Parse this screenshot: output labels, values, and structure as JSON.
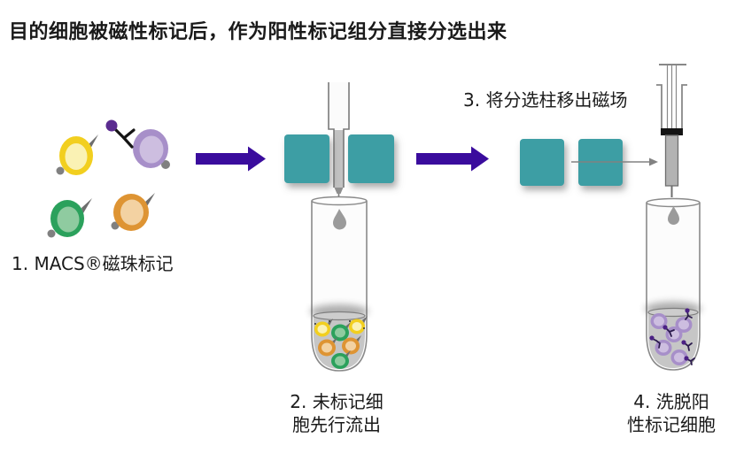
{
  "title": "目的细胞被磁性标记后，作为阳性标记组分直接分选出来",
  "steps": [
    {
      "label": "1. MACS®磁珠标记"
    },
    {
      "label": "2. 未标记细\n胞先行流出"
    },
    {
      "label": "3. 将分选柱移出磁场"
    },
    {
      "label": "4. 洗脱阳\n性标记细胞"
    }
  ],
  "colors": {
    "flow_arrow": "#3A0C9D",
    "magnet_teal": "#3E9EA4",
    "cell_yellow_outer": "#F2CF1F",
    "cell_yellow_inner": "#FAF2B4",
    "cell_purple_outer": "#A78FC9",
    "cell_purple_inner": "#CDBEE0",
    "cell_green_outer": "#2BA15C",
    "cell_green_inner": "#8FCBA0",
    "cell_orange_outer": "#DE9433",
    "cell_orange_inner": "#F3D2A2",
    "magnetic_bead": "#5B2C90",
    "tube_liquid": "#C6C6C6",
    "tube_outline": "#8A8A8A"
  }
}
